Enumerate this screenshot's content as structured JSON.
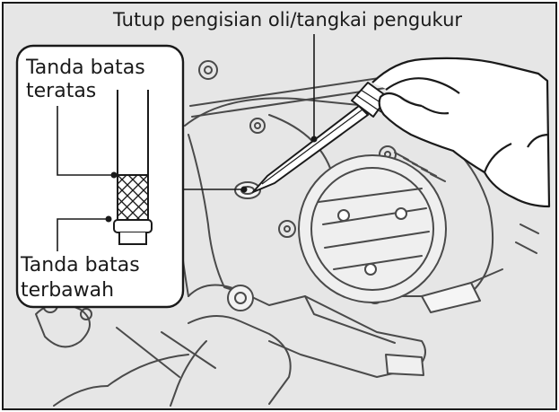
{
  "labels": {
    "cap_dipstick": "Tutup pengisian oli/tangkai pengukur",
    "upper_line_1": "Tanda batas",
    "upper_line_2": "teratas",
    "lower_line_1": "Tanda batas",
    "lower_line_2": "terbawah"
  },
  "colors": {
    "background": "#e6e6e6",
    "line": "#1a1a1a",
    "inset_fill": "#ffffff"
  }
}
